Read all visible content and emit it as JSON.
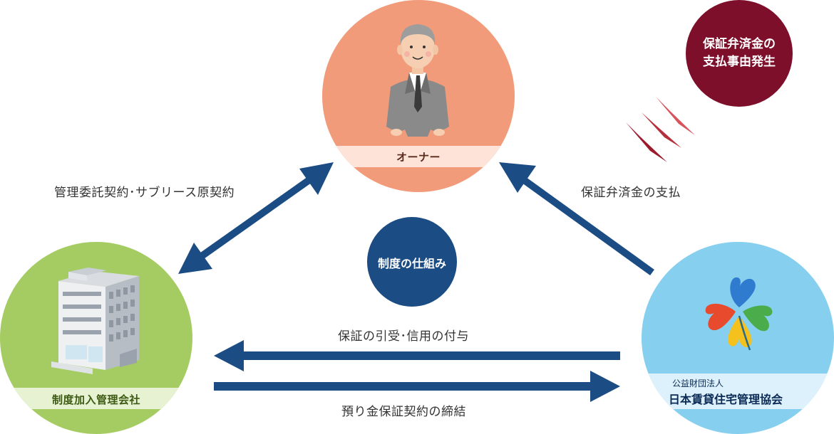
{
  "owner": {
    "label": "オーナー"
  },
  "company": {
    "label": "制度加入管理会社"
  },
  "association": {
    "label_small": "公益財団法人",
    "label_main": "日本賃貸住宅管理協会"
  },
  "center_badge": {
    "label": "制度の仕組み"
  },
  "event_badge": {
    "line1": "保証弁済金の",
    "line2": "支払事由発生"
  },
  "edges": {
    "contract": "管理委託契約･サブリース原契約",
    "payment": "保証弁済金の支払",
    "guarantee": "保証の引受･信用の付与",
    "deposit": "預り金保証契約の締結"
  },
  "colors": {
    "owner_circle": "#f29b7a",
    "owner_band": "#fde3d8",
    "company_circle": "#a5cc63",
    "company_band": "#e7f2d3",
    "association_circle": "#86cfee",
    "association_band": "#dcf1fb",
    "arrow_navy": "#1b4c84",
    "badge_navy": "#1b4c84",
    "event_maroon": "#7d0f2a"
  }
}
